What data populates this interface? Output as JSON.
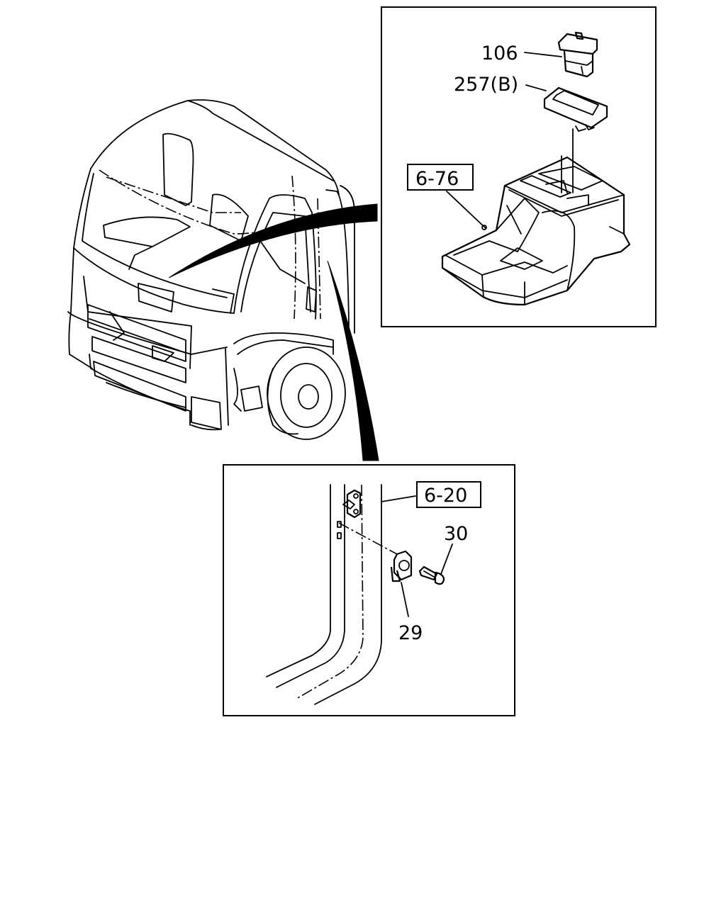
{
  "callouts": {
    "part_106": "106",
    "part_257b": "257(B)",
    "ref_6_76": "6-76",
    "ref_6_20": "6-20",
    "part_30": "30",
    "part_29": "29"
  }
}
